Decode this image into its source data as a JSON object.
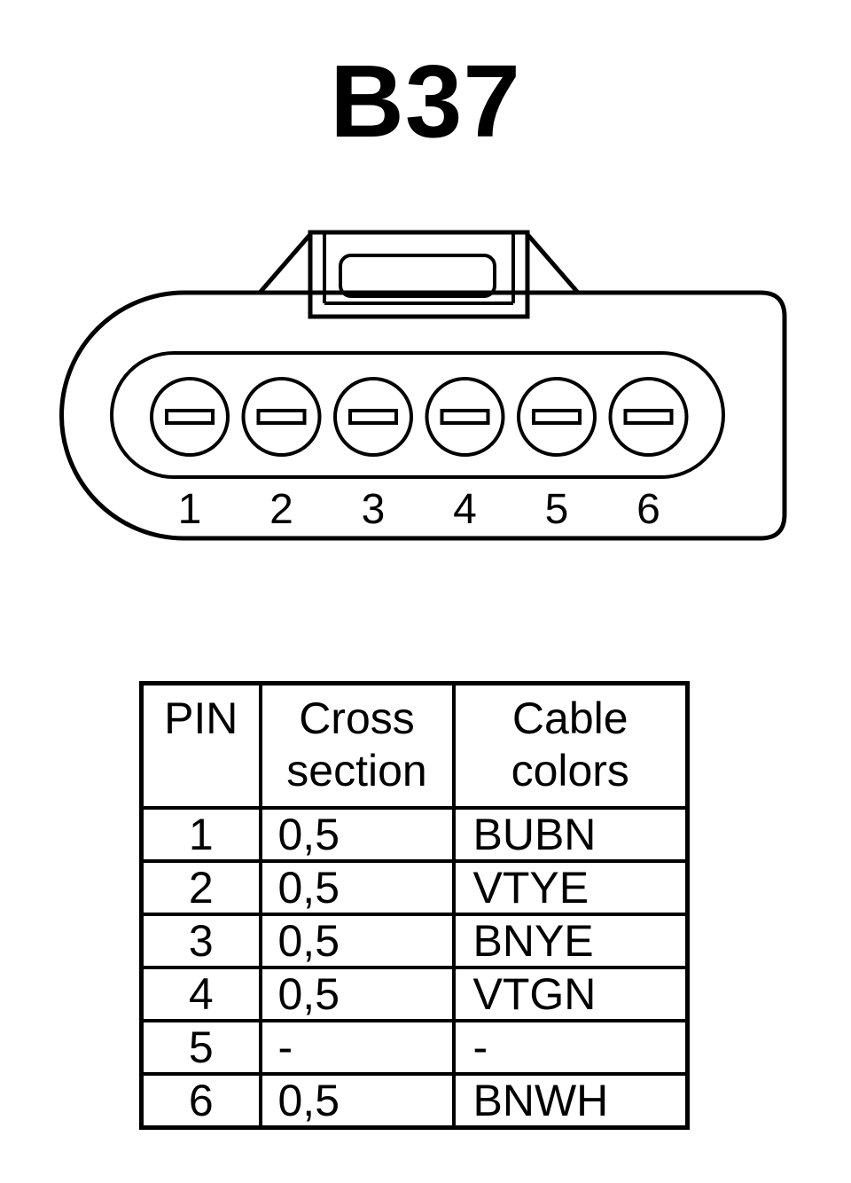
{
  "title": "B37",
  "connector": {
    "pin_labels": [
      "1",
      "2",
      "3",
      "4",
      "5",
      "6"
    ]
  },
  "table": {
    "headers": [
      [
        "PIN"
      ],
      [
        "Cross",
        "section"
      ],
      [
        "Cable",
        "colors"
      ]
    ],
    "rows": [
      {
        "pin": "1",
        "cross_section": "0,5",
        "cable_colors": "BUBN"
      },
      {
        "pin": "2",
        "cross_section": "0,5",
        "cable_colors": "VTYE"
      },
      {
        "pin": "3",
        "cross_section": "0,5",
        "cable_colors": "BNYE"
      },
      {
        "pin": "4",
        "cross_section": "0,5",
        "cable_colors": "VTGN"
      },
      {
        "pin": "5",
        "cross_section": "-",
        "cable_colors": "-"
      },
      {
        "pin": "6",
        "cross_section": "0,5",
        "cable_colors": "BNWH"
      }
    ]
  }
}
